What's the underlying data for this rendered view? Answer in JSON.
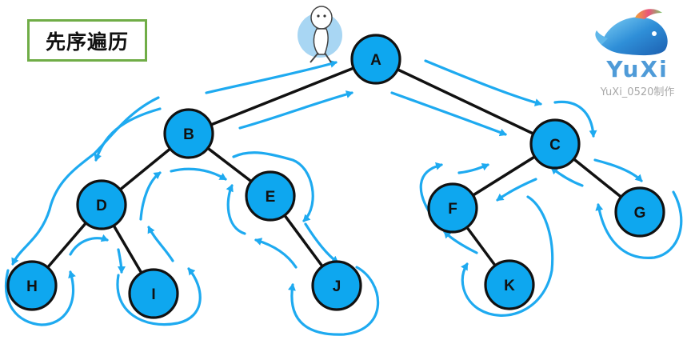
{
  "title": "先序遍历",
  "watermark": {
    "brand": "YuXi",
    "credit": "YuXi_0520制作"
  },
  "colors": {
    "node_fill": "#0ea7ef",
    "node_stroke": "#111111",
    "edge": "#111111",
    "path": "#1eaaf0",
    "title_border": "#70ad47"
  },
  "tree": {
    "nodes": [
      {
        "id": "A",
        "label": "A"
      },
      {
        "id": "B",
        "label": "B"
      },
      {
        "id": "C",
        "label": "C"
      },
      {
        "id": "D",
        "label": "D"
      },
      {
        "id": "E",
        "label": "E"
      },
      {
        "id": "F",
        "label": "F"
      },
      {
        "id": "G",
        "label": "G"
      },
      {
        "id": "H",
        "label": "H"
      },
      {
        "id": "I",
        "label": "I"
      },
      {
        "id": "J",
        "label": "J"
      },
      {
        "id": "K",
        "label": "K"
      }
    ],
    "edges": [
      [
        "A",
        "B"
      ],
      [
        "A",
        "C"
      ],
      [
        "B",
        "D"
      ],
      [
        "B",
        "E"
      ],
      [
        "D",
        "H"
      ],
      [
        "D",
        "I"
      ],
      [
        "E",
        "J"
      ],
      [
        "C",
        "F"
      ],
      [
        "C",
        "G"
      ],
      [
        "F",
        "K"
      ]
    ]
  }
}
